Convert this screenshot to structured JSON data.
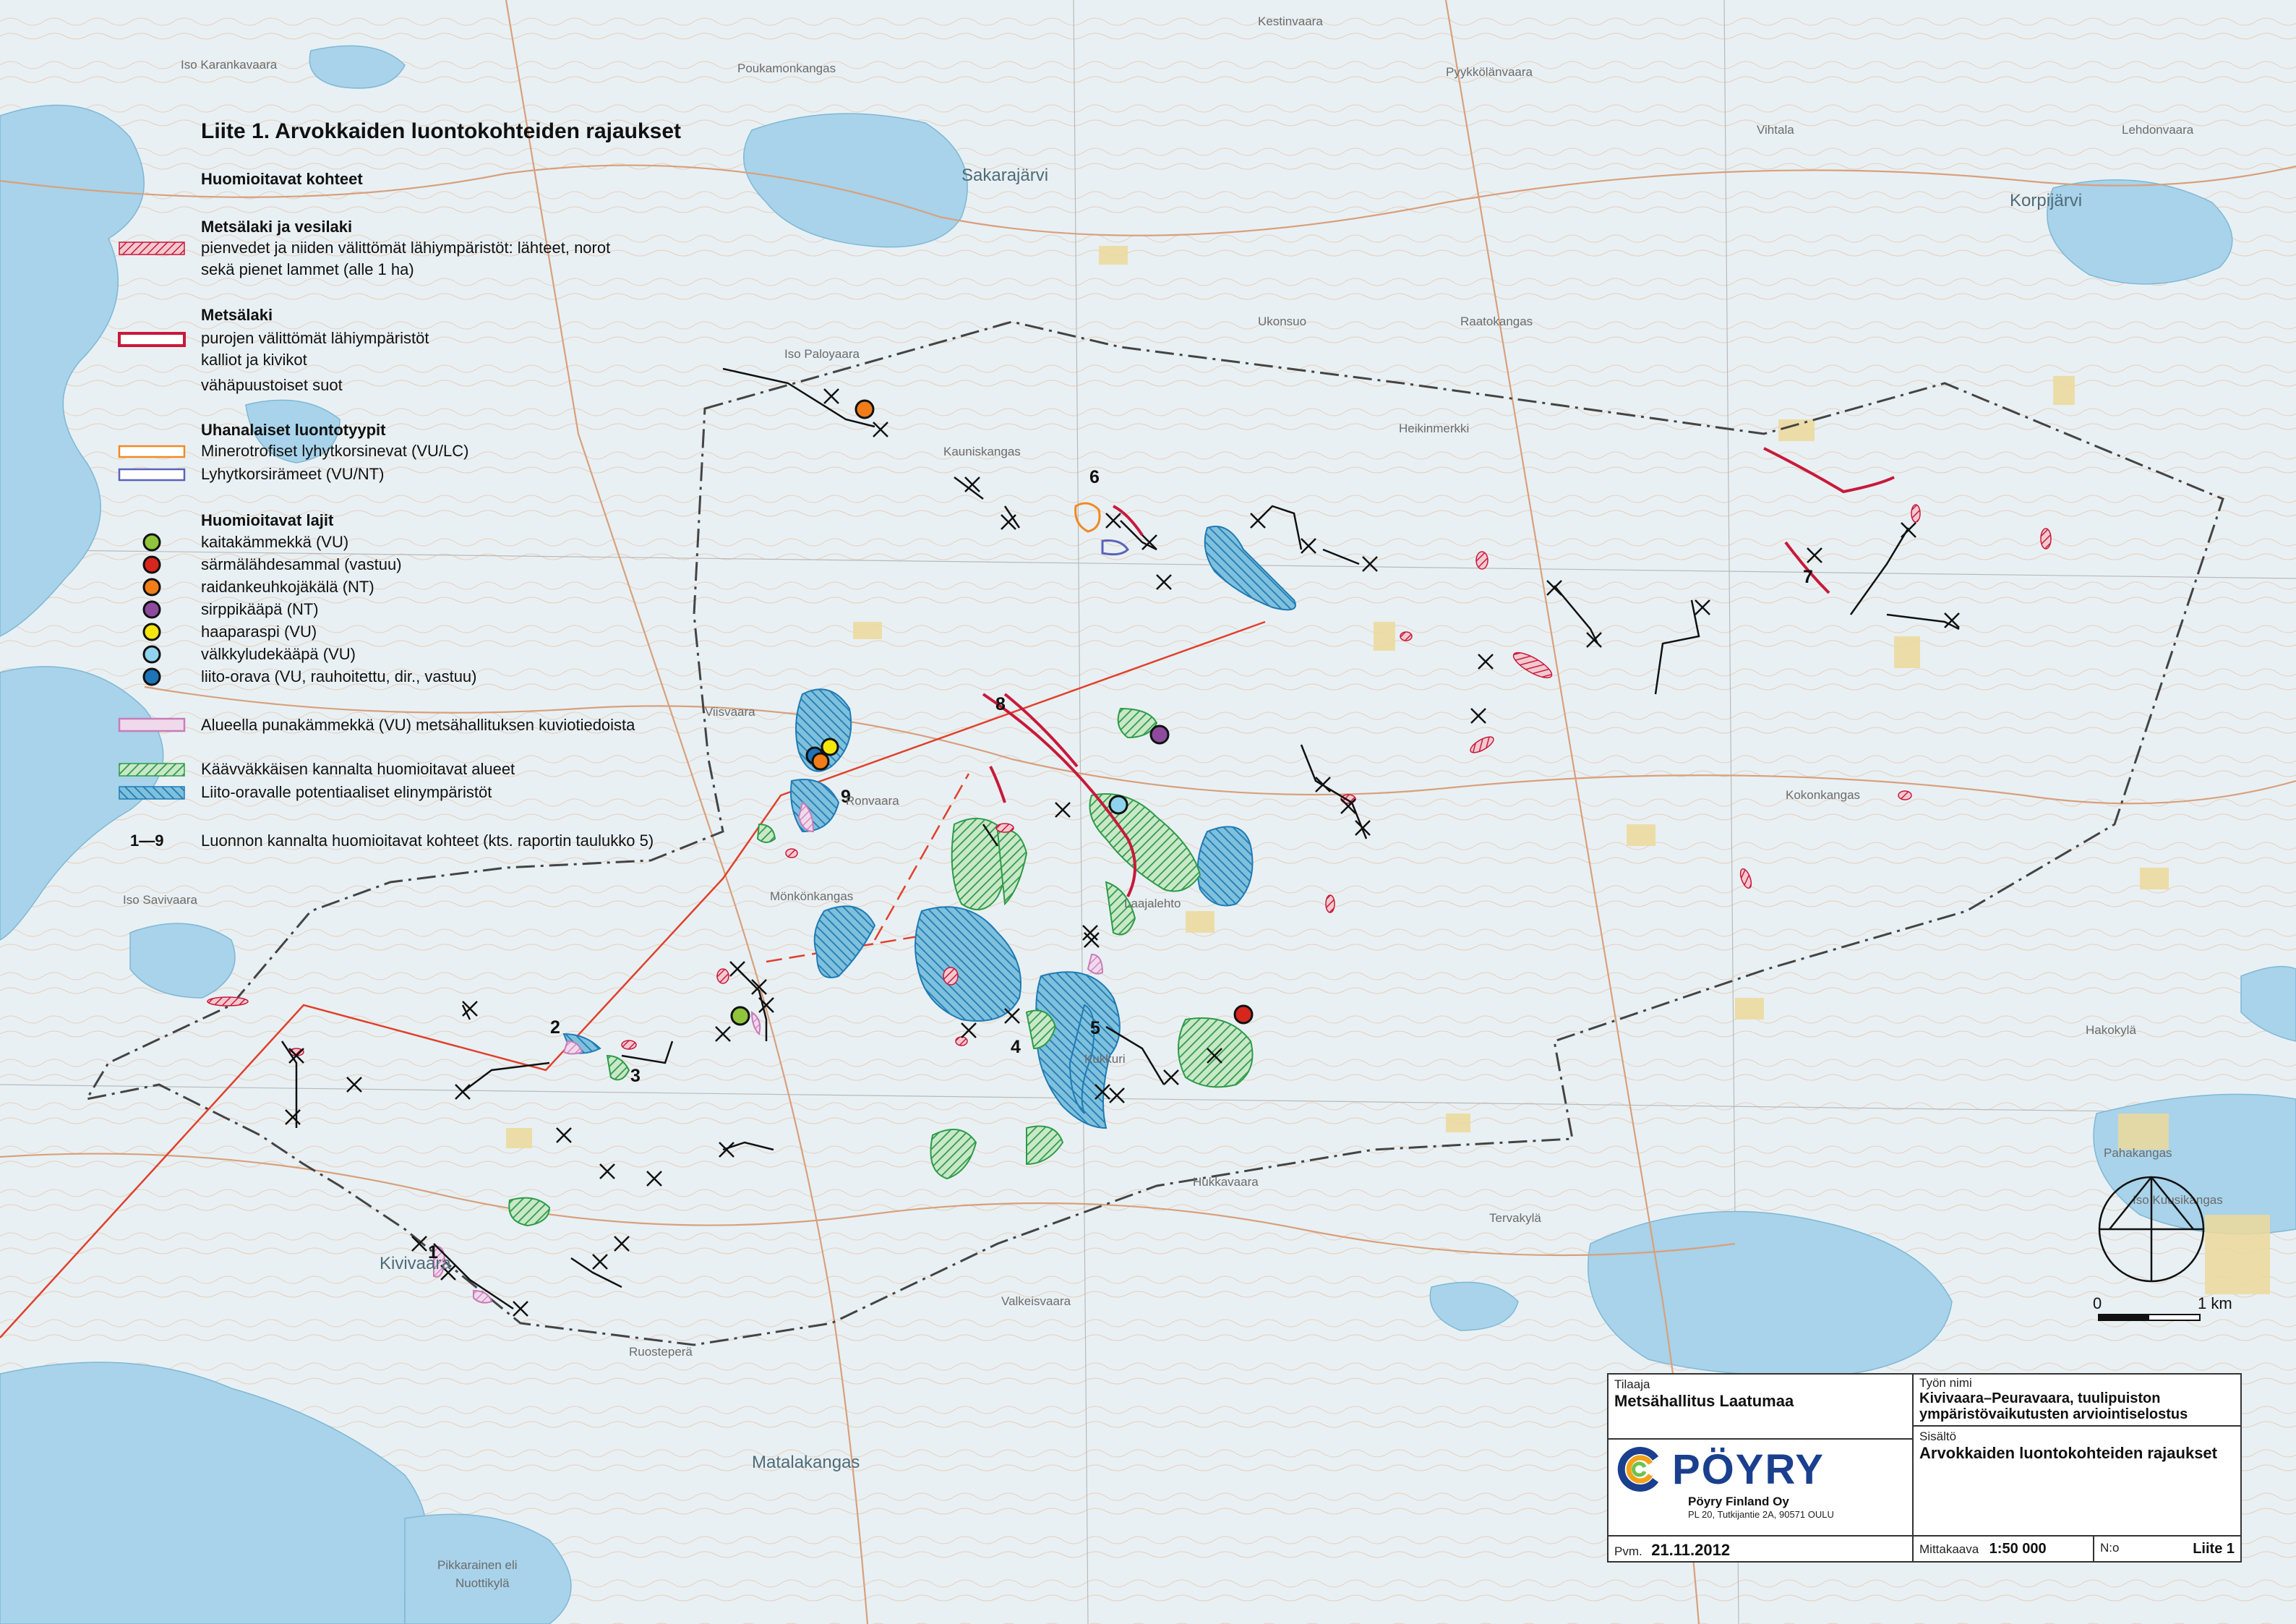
{
  "legend": {
    "title": "Liite 1. Arvokkaiden luontokohteiden rajaukset",
    "section_main": "Huomioitavat kohteet",
    "groups": [
      {
        "heading": "Metsälaki  ja vesilaki",
        "lines": [
          "pienvedet ja niiden välittömät lähiympäristöt: lähteet, norot",
          "sekä pienet lammet (alle 1 ha)"
        ]
      },
      {
        "heading": "Metsälaki",
        "lines": [
          "purojen välittömät lähiympäristöt",
          "kalliot ja kivikot",
          "vähäpuustoiset suot"
        ]
      },
      {
        "heading": "Uhanalaiset luontotyypit",
        "lines": [
          "Minerotrofiset lyhytkorsinevat (VU/LC)",
          "Lyhytkorsirämeet (VU/NT)"
        ]
      },
      {
        "heading": "Huomioitavat lajit",
        "lines": []
      }
    ],
    "species": [
      {
        "label": "kaitakämmekkä (VU)",
        "color": "#8fc43c"
      },
      {
        "label": "särmälähdesammal (vastuu)",
        "color": "#d7261e"
      },
      {
        "label": "raidankeuhkojäkälä (NT)",
        "color": "#f07d1a"
      },
      {
        "label": "sirppikääpä (NT)",
        "color": "#8e4b9e"
      },
      {
        "label": "haaparaspi (VU)",
        "color": "#f5e60c"
      },
      {
        "label": "välkkyludekääpä (VU)",
        "color": "#8fd3ef"
      },
      {
        "label": "liito-orava (VU, rauhoitettu, dir., vastuu)",
        "color": "#1f73b7"
      }
    ],
    "extra": [
      "Alueella punakämmekkä (VU) metsähallituksen kuviotiedoista",
      "Käävväkkäisen kannalta huomioitavat alueet",
      "Liito-oravalle potentiaaliset elinympäristöt"
    ],
    "numbers_key": "1—9",
    "numbers_text": "Luonnon kannalta huomioitavat kohteet (kts. raportin taulukko 5)"
  },
  "places": {
    "pyykkolanvaara": "Pyykkölänvaara",
    "lehdonvaara": "Lehdonvaara",
    "sakarajarvi": "Sakarajärvi",
    "korpijarvi": "Korpijärvi",
    "raatokangas": "Raatokangas",
    "iso_paloyaara": "Iso Paloyaara",
    "ukonsuo": "Ukonsuo",
    "kauniskangas": "Kauniskangas",
    "heikinmerkki": "Heikinmerkki",
    "kokonkangas": "Kokonkangas",
    "kukkuri": "Kukkuri",
    "hakokyla": "Hakokylä",
    "hukkavaara": "Hukkavaara",
    "tervakyla": "Tervakylä",
    "pahakangas": "Pahakangas",
    "iso_kuusikangas": "Iso Kuusikangas",
    "kivivaara": "Kivivaara",
    "valkeisvaara": "Valkeisvaara",
    "matalakangas": "Matalakangas",
    "pikkarainen": "Pikkarainen eli",
    "nuottikyla": "Nuottikylä",
    "iso_karankavaara": "Iso Karankavaara",
    "ruostepera": "Ruosteperä",
    "laajalehto": "Laajalehto",
    "monkonkangas": "Mönkönkangas",
    "aonvaara": "Ronvaara",
    "viisvaara": "Viisvaara",
    "iso_savivaara": "Iso Savivaara",
    "kestinvaara": "Kestinvaara",
    "vihtala": "Vihtala",
    "poulakamonkangas": "Poukamonkangas"
  },
  "site_numbers": [
    "1",
    "2",
    "3",
    "4",
    "5",
    "6",
    "7",
    "8",
    "9"
  ],
  "scale": {
    "start": "0",
    "end": "1 km"
  },
  "titleblock": {
    "client_label": "Tilaaja",
    "client": "Metsähallitus Laatumaa",
    "work_label": "Työn nimi",
    "work_name_1": "Kivivaara–Peuravaara, tuulipuiston",
    "work_name_2": "ympäristövaikutusten arviointiselostus",
    "content_label": "Sisältö",
    "content": "Arvokkaiden luontokohteiden rajaukset",
    "company_logo": "PÖYRY",
    "company": "Pöyry Finland Oy",
    "address": "PL 20, Tutkijantie 2A, 90571 OULU",
    "date_label": "Pvm.",
    "date": "21.11.2012",
    "scale_label": "Mittakaava",
    "scale": "1:50 000",
    "no_label": "N:o",
    "appendix": "Liite 1"
  },
  "colors": {
    "water": "#a8d3ea",
    "land": "#e6eef2",
    "field": "#ecd99a",
    "metsa_red": "#c8193a",
    "fungi_green": "#2e9b49",
    "squirrel_blue": "#1f7bb5",
    "meadow_pink": "#c77db8",
    "boundary": "#444444",
    "powerline": "#e0402b"
  }
}
